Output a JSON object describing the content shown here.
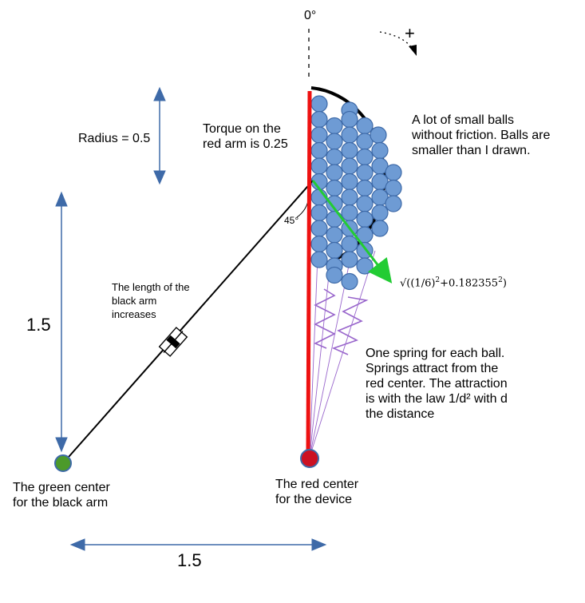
{
  "labels": {
    "zero_angle": "0°",
    "plus_sign": "+",
    "radius": "Radius = 0.5",
    "torque_line1": "Torque on the",
    "torque_line2": "red arm is 0.25",
    "balls_line1": "A lot of small balls",
    "balls_line2": "without friction. Balls are",
    "balls_line3": "smaller than I drawn.",
    "angle_45": "45°",
    "formula_open": "√((1/6)",
    "formula_exp1": "2",
    "formula_mid": "+0.182355",
    "formula_exp2": "2",
    "formula_close": ")",
    "arm_length_line1": "The length of the",
    "arm_length_line2": "black arm",
    "arm_length_line3": "increases",
    "vertical_dim": "1.5",
    "horizontal_dim": "1.5",
    "spring_line1": "One spring for each ball.",
    "spring_line2": "Springs attract from the",
    "spring_line3": "red center. The attraction",
    "spring_line4": "is with the law 1/d² with d",
    "spring_line5": "the distance",
    "green_line1": "The green center",
    "green_line2": "for the black arm",
    "red_line1": "The red center",
    "red_line2": "for the device"
  },
  "colors": {
    "red_arm": "#ee1111",
    "red_center": "#cc1122",
    "green_center": "#4c9a2a",
    "ball_fill": "#6e9bd4",
    "ball_stroke": "#3e6aa8",
    "green_arrow": "#22cc33",
    "dimension": "#3e6aa8",
    "spring": "#9966cc"
  }
}
